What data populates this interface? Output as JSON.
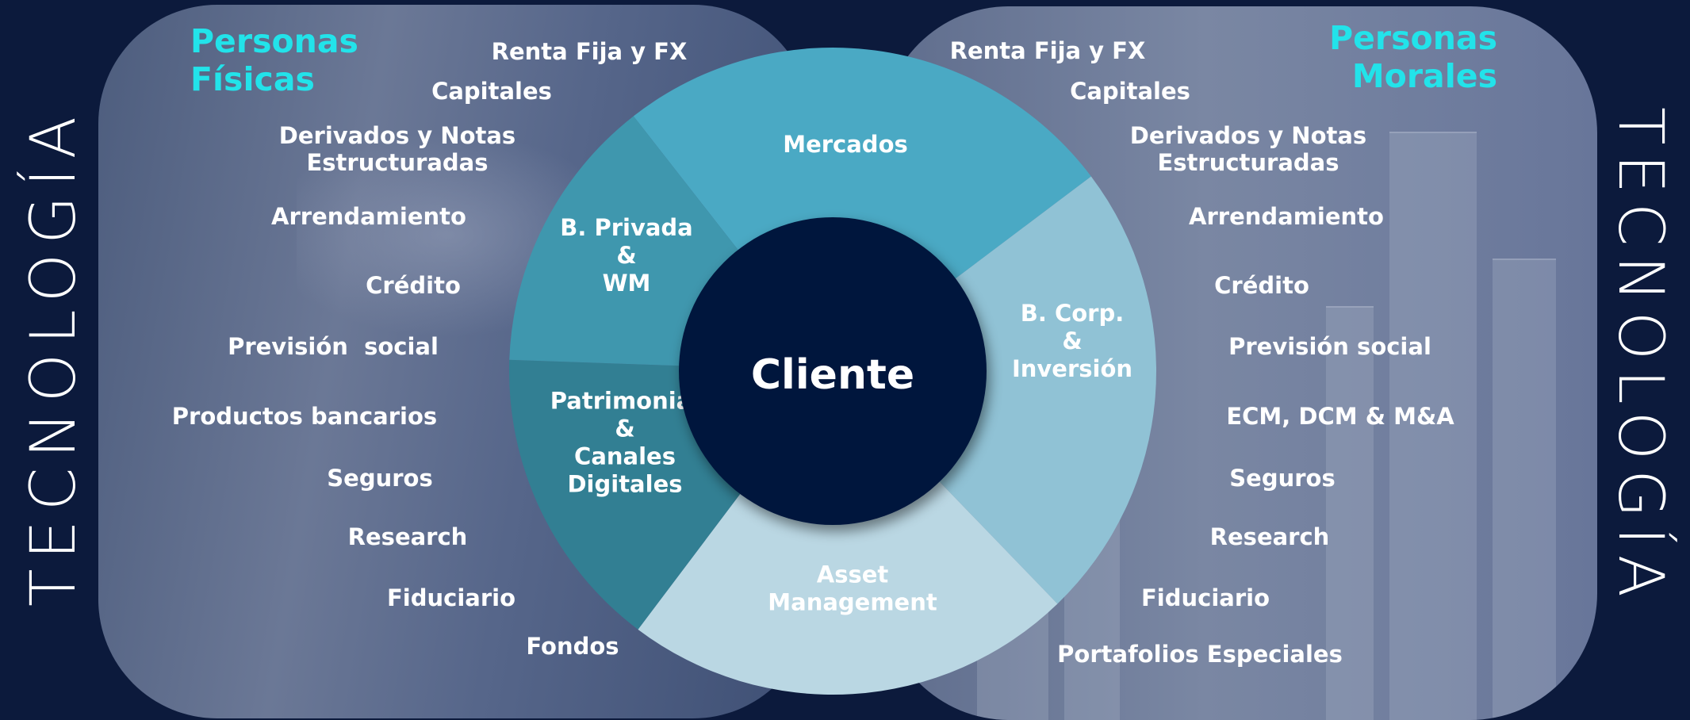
{
  "side_title": "TECNOLOGÍA",
  "left": {
    "heading": "Personas Físicas",
    "items": [
      "Renta Fija y FX",
      "Capitales",
      "Derivados y Notas Estructuradas",
      "Arrendamiento",
      "Crédito",
      "Previsión  social",
      "Productos bancarios",
      "Seguros",
      "Research",
      "Fiduciario",
      "Fondos"
    ]
  },
  "right": {
    "heading": "Personas Morales",
    "items": [
      "Renta Fija y FX",
      "Capitales",
      "Derivados y Notas Estructuradas",
      "Arrendamiento",
      "Crédito",
      "Previsión social",
      "ECM, DCM & M&A",
      "Seguros",
      "Research",
      "Fiduciario",
      "Portafolios Especiales"
    ]
  },
  "center": {
    "label": "Cliente",
    "segments": [
      {
        "lines": [
          "Mercados"
        ],
        "color": "#4aa9c4"
      },
      {
        "lines": [
          "B. Corp.",
          "&",
          "Inversión"
        ],
        "color": "#90c2d5"
      },
      {
        "lines": [
          "Asset",
          "Management"
        ],
        "color": "#bad7e3"
      },
      {
        "lines": [
          "Patrimonial",
          "&",
          "Canales",
          "Digitales"
        ],
        "color": "#327f93"
      },
      {
        "lines": [
          "B. Privada",
          "&",
          "WM"
        ],
        "color": "#3f97ae"
      }
    ],
    "core_color": "#06193e"
  },
  "colors": {
    "background": "#0c1a3c",
    "heading": "#22e3ea",
    "text": "#ffffff"
  }
}
